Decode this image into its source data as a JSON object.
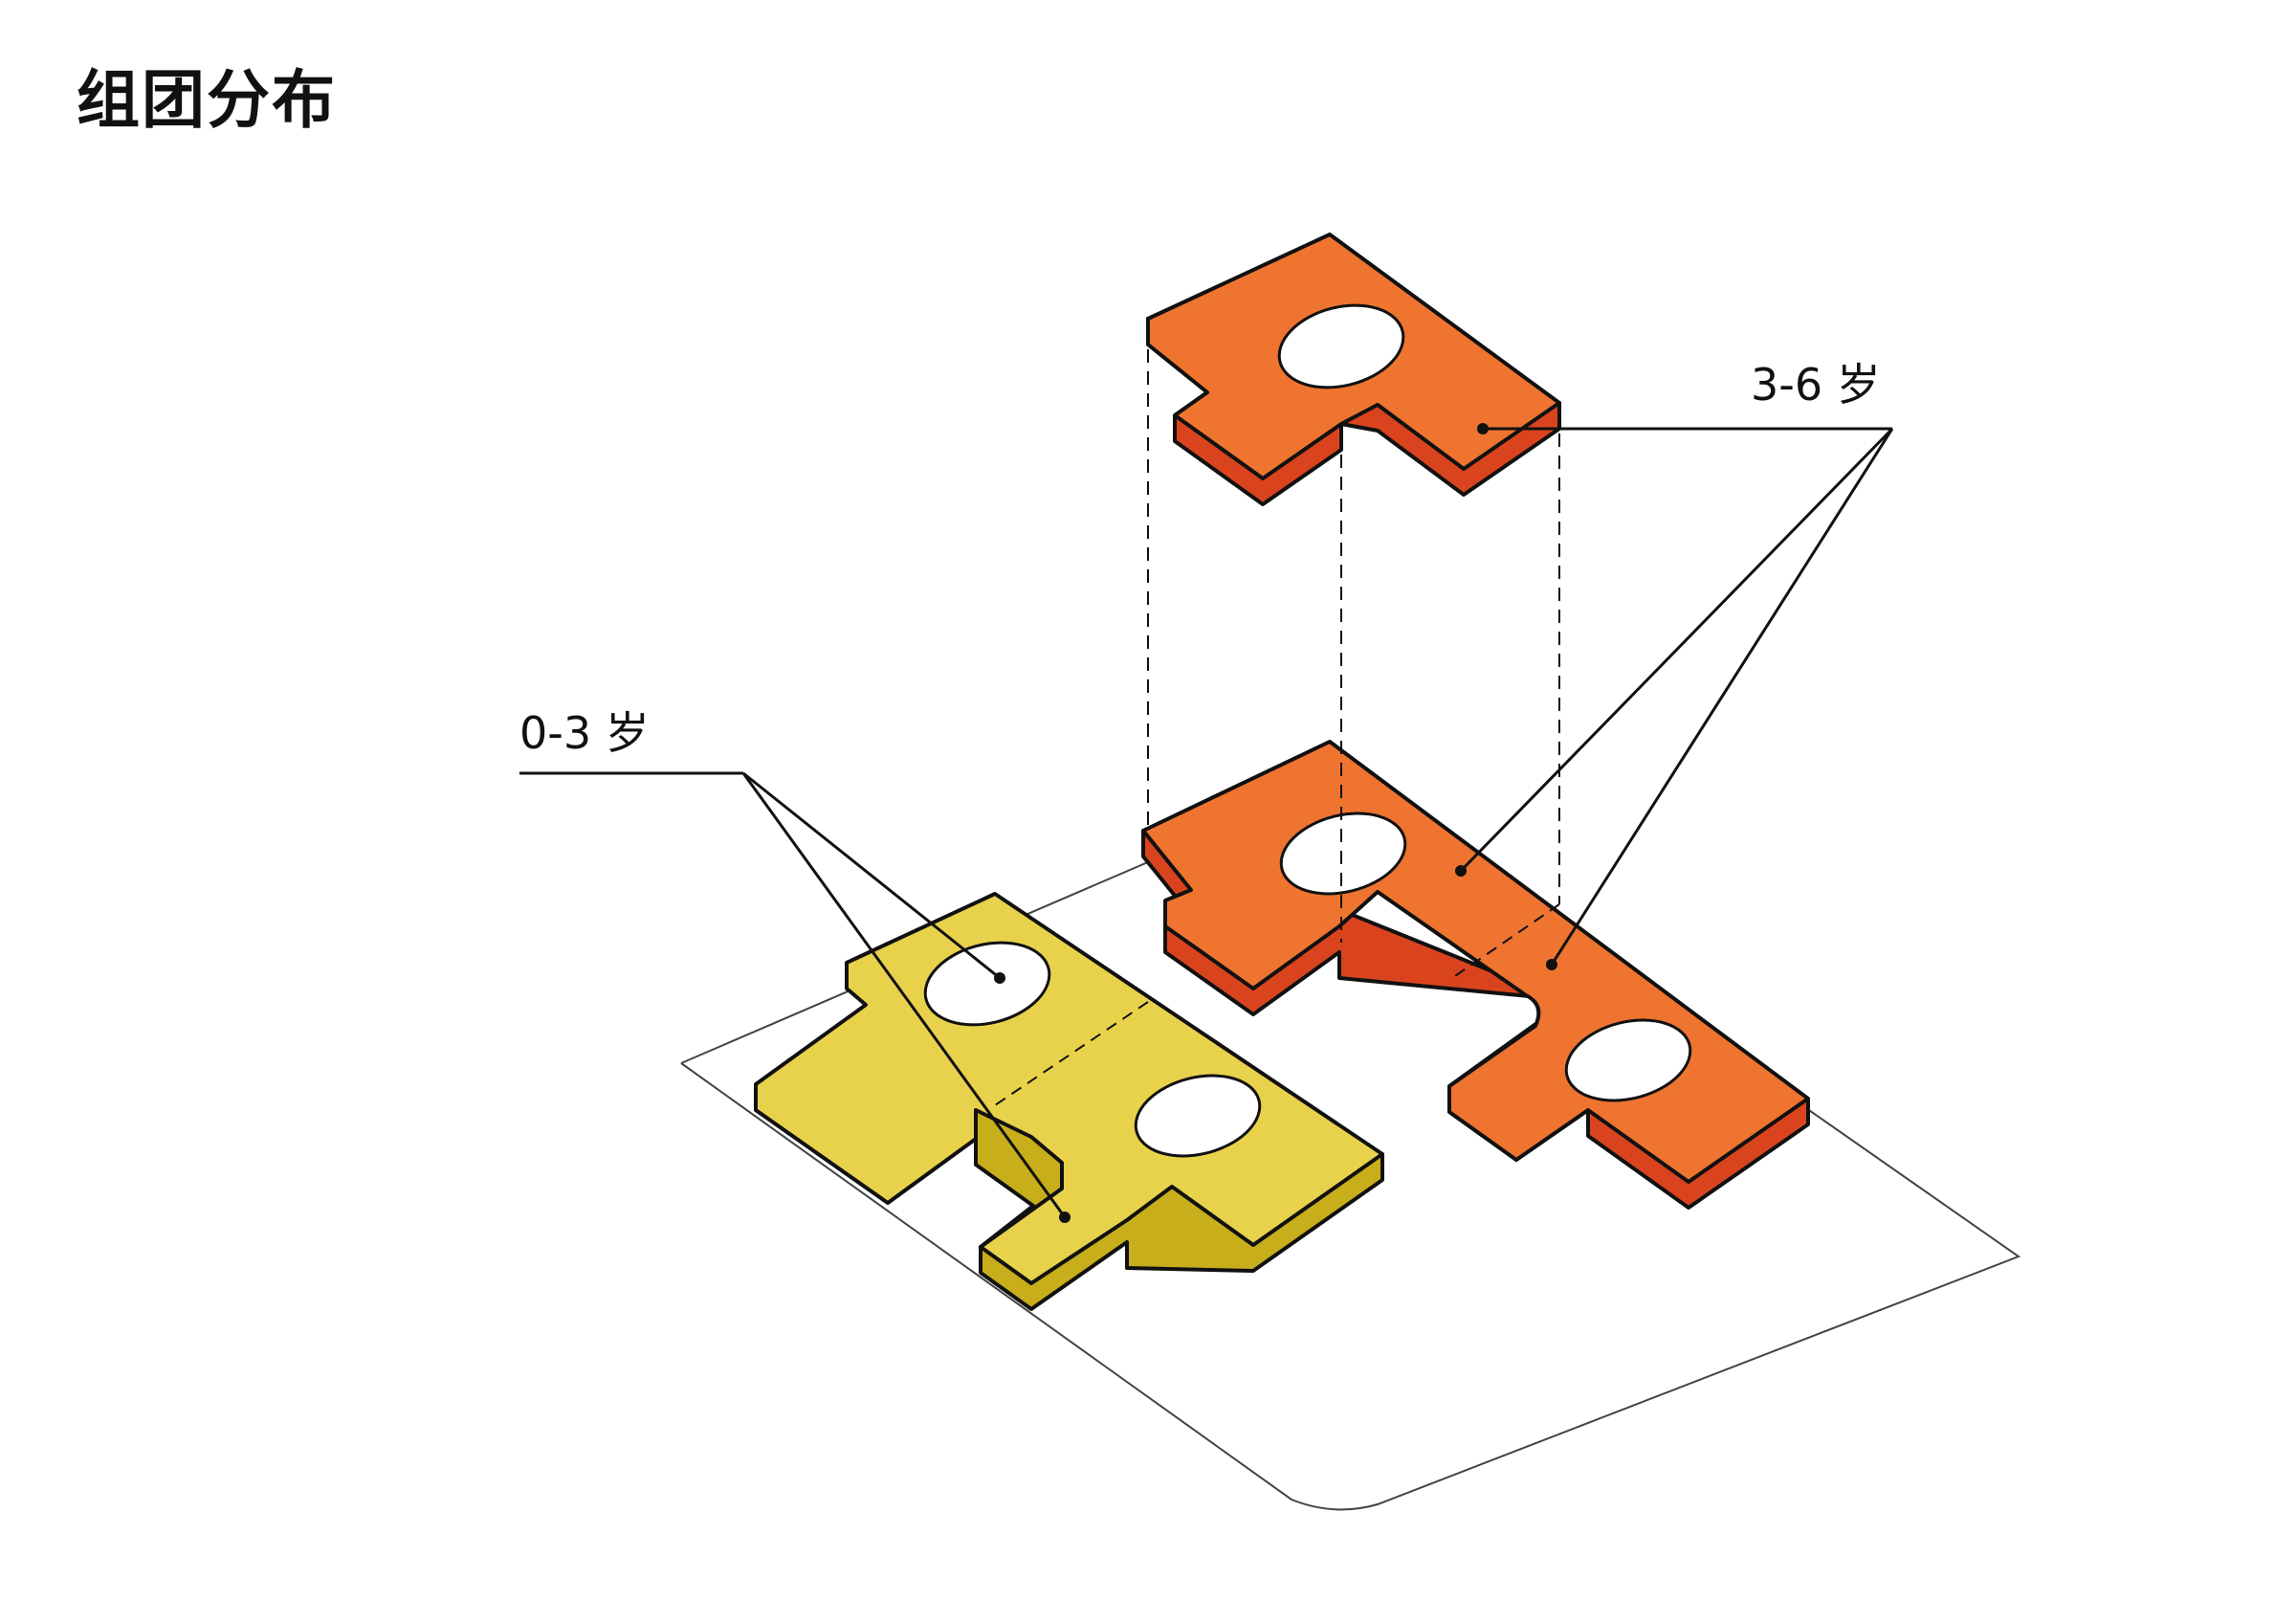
{
  "title": "组团分布",
  "labels": {
    "infant": "0-3 岁",
    "preschool": "3-6 岁"
  },
  "colors": {
    "infant_top": "#E9D24B",
    "infant_side": "#C8AE1B",
    "preschool_top": "#EE7430",
    "preschool_side": "#D9441E",
    "outline": "#111111",
    "site_line": "#444444"
  }
}
